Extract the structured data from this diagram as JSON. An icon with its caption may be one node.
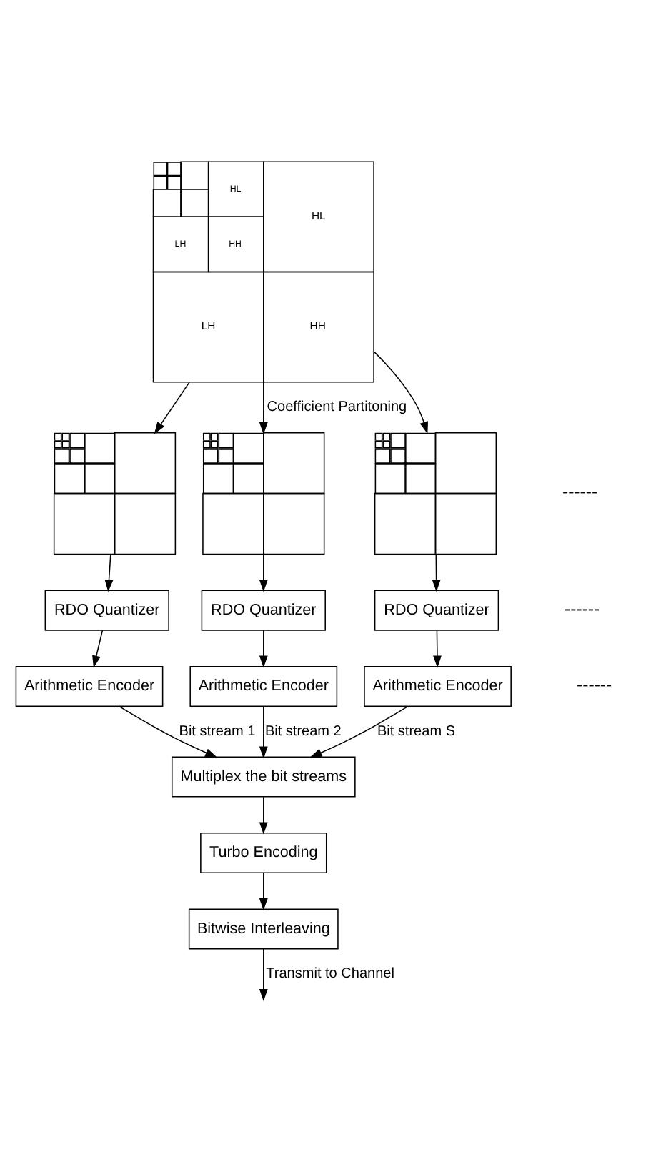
{
  "diagram": {
    "nodes": [
      {
        "text": [
          "HL",
          "HL",
          "LH",
          "HH",
          "LH",
          "HH"
        ]
      },
      {
        "text": [],
        "shape": "picture"
      },
      {
        "text": [],
        "shape": "picture"
      },
      {
        "text": [],
        "shape": "picture"
      },
      {
        "text": [
          "RDO Quantizer"
        ]
      },
      {
        "text": [
          "RDO Quantizer"
        ]
      },
      {
        "text": [
          "RDO Quantizer"
        ]
      },
      {
        "text": [
          "Arithmetic Encoder"
        ]
      },
      {
        "text": [
          "Arithmetic Encoder"
        ]
      },
      {
        "text": [
          "Arithmetic Encoder"
        ]
      },
      {
        "text": [
          "Multiplex the bit streams"
        ]
      },
      {
        "text": [
          "Turbo Encoding"
        ]
      },
      {
        "text": [
          "Bitwise Interleaving"
        ]
      }
    ],
    "edges": [
      {
        "from": 0,
        "to": 1,
        "arrow": "to"
      },
      {
        "from": 0,
        "to": 2,
        "arrow": "to",
        "label": "Coefficient Partitoning"
      },
      {
        "from": 0,
        "to": 3,
        "arrow": "to"
      },
      {
        "from": 1,
        "to": 4,
        "arrow": "to"
      },
      {
        "from": 2,
        "to": 5,
        "arrow": "to"
      },
      {
        "from": 3,
        "to": 6,
        "arrow": "to"
      },
      {
        "from": 4,
        "to": 7,
        "arrow": "to"
      },
      {
        "from": 5,
        "to": 8,
        "arrow": "to"
      },
      {
        "from": 6,
        "to": 9,
        "arrow": "to"
      },
      {
        "from": 7,
        "to": 10,
        "arrow": "to",
        "label": "Bit stream 1"
      },
      {
        "from": 8,
        "to": 10,
        "arrow": "to",
        "label": "Bit stream 2"
      },
      {
        "from": 9,
        "to": 10,
        "arrow": "to",
        "label": "Bit stream S"
      },
      {
        "from": 10,
        "to": 11,
        "arrow": "to"
      },
      {
        "from": 11,
        "to": 12,
        "arrow": "to"
      },
      {
        "from": 12,
        "to": null,
        "arrow": "to",
        "label": "Transmit to Channel"
      }
    ],
    "labels": [
      "------",
      "------",
      "------"
    ]
  }
}
